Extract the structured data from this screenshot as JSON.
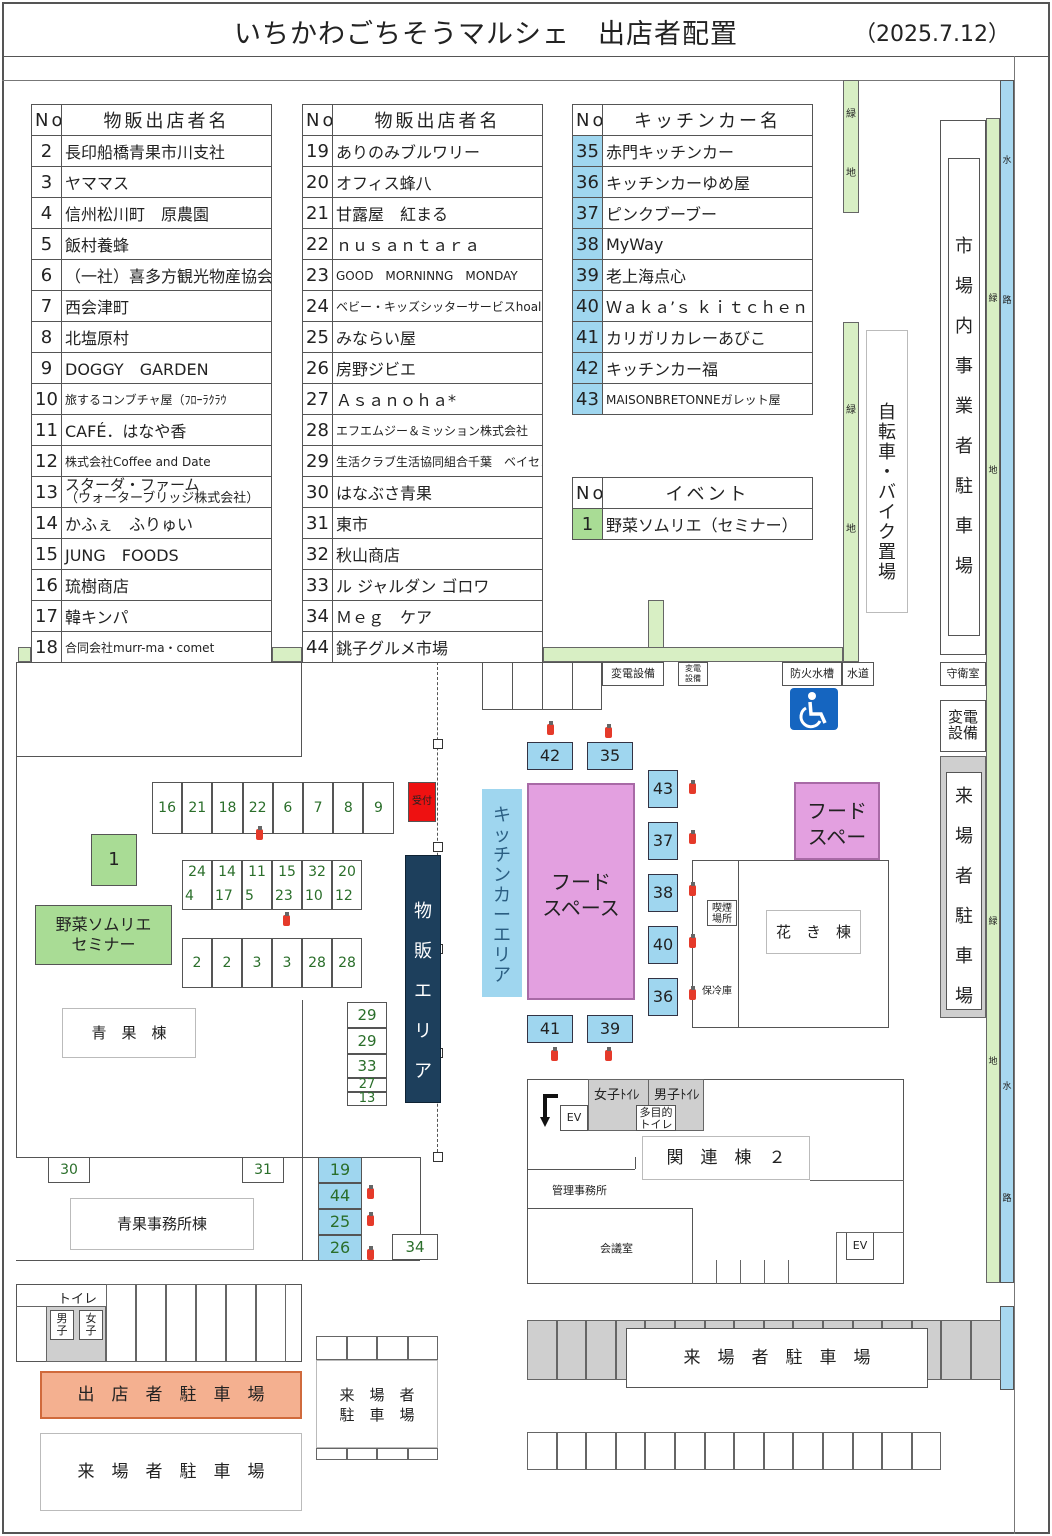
{
  "header": {
    "title": "いちかわごちそうマルシェ　出店者配置",
    "date": "（2025.7.12）"
  },
  "table1": {
    "head_no": "No",
    "head_name": "物販出店者名",
    "rows": [
      {
        "no": "2",
        "name": "長印船橋青果市川支社"
      },
      {
        "no": "3",
        "name": "ヤママス"
      },
      {
        "no": "4",
        "name": "信州松川町　原農園"
      },
      {
        "no": "5",
        "name": "飯村養蜂"
      },
      {
        "no": "6",
        "name": "（一社）喜多方観光物産協会"
      },
      {
        "no": "7",
        "name": "西会津町"
      },
      {
        "no": "8",
        "name": "北塩原村"
      },
      {
        "no": "9",
        "name": "DOGGY　GARDEN"
      },
      {
        "no": "10",
        "name": "旅するコンブチャ屋（ﾌﾛｰﾗｸﾗｳ"
      },
      {
        "no": "11",
        "name": "CAFÉ．はなや香"
      },
      {
        "no": "12",
        "name": "株式会社Coffee and Date"
      },
      {
        "no": "13",
        "name": "スターダ・ファーム",
        "name2": "（ウォーターブリッジ株式会社）"
      },
      {
        "no": "14",
        "name": "かふぇ　ふりゅい"
      },
      {
        "no": "15",
        "name": "JUNG　FOODS"
      },
      {
        "no": "16",
        "name": "琉樹商店"
      },
      {
        "no": "17",
        "name": "韓キンパ"
      },
      {
        "no": "18",
        "name": "合同会社murr-ma・comet"
      }
    ]
  },
  "table2": {
    "head_no": "No",
    "head_name": "物販出店者名",
    "rows": [
      {
        "no": "19",
        "name": "ありのみブルワリー"
      },
      {
        "no": "20",
        "name": "オフィス蜂八"
      },
      {
        "no": "21",
        "name": "甘露屋　紅まる"
      },
      {
        "no": "22",
        "name": "ｎｕｓａｎｔａｒａ"
      },
      {
        "no": "23",
        "name": "GOOD　MORNINNG　MONDAY"
      },
      {
        "no": "24",
        "name": "ベビー・キッズシッターサービスhoaloha"
      },
      {
        "no": "25",
        "name": "みならい屋"
      },
      {
        "no": "26",
        "name": "房野ジビエ"
      },
      {
        "no": "27",
        "name": "Ａｓａｎｏｈａ*"
      },
      {
        "no": "28",
        "name": "エフエムジー＆ミッション株式会社"
      },
      {
        "no": "29",
        "name": "生活クラブ生活協同組合千葉　ベイセンター"
      },
      {
        "no": "30",
        "name": "はなぶさ青果"
      },
      {
        "no": "31",
        "name": "東市"
      },
      {
        "no": "32",
        "name": "秋山商店"
      },
      {
        "no": "33",
        "name": "ル ジャルダン ゴロワ"
      },
      {
        "no": "34",
        "name": "Ｍｅｇ　ケア"
      },
      {
        "no": "44",
        "name": "銚子グルメ市場"
      }
    ]
  },
  "table3": {
    "head_no": "No",
    "head_name": "キッチンカー名",
    "rows": [
      {
        "no": "35",
        "name": "赤門キッチンカー"
      },
      {
        "no": "36",
        "name": "キッチンカーゆめ屋"
      },
      {
        "no": "37",
        "name": "ピンクブーブー"
      },
      {
        "no": "38",
        "name": "MyWay"
      },
      {
        "no": "39",
        "name": "老上海点心"
      },
      {
        "no": "40",
        "name": "Ｗａｋａ’ｓ ｋｉｔｃｈｅｎ"
      },
      {
        "no": "41",
        "name": "カリガリカレーあびこ"
      },
      {
        "no": "42",
        "name": "キッチンカー福"
      },
      {
        "no": "43",
        "name": "MAISONBRETONNEガレット屋"
      }
    ]
  },
  "table4": {
    "head_no": "No",
    "head_name": "イベント",
    "rows": [
      {
        "no": "1",
        "name": "野菜ソムリエ（セミナー）"
      }
    ]
  },
  "map": {
    "green_strip_1": [
      "緑",
      "地"
    ],
    "green_strip_2": [
      "緑",
      "地"
    ],
    "water_road": [
      "水",
      "路"
    ],
    "water_road_2": [
      "地",
      "水",
      "路"
    ],
    "green_road": [
      "緑",
      "地"
    ],
    "green_road_2": [
      "緑",
      "地"
    ],
    "market_parking": [
      "市",
      "場",
      "内",
      "事",
      "業",
      "者",
      "駐",
      "車",
      "場"
    ],
    "bike_parking": [
      "自",
      "転",
      "車",
      "・",
      "バ",
      "イ",
      "ク",
      "置",
      "場"
    ],
    "visitor_parking_right": [
      "来",
      "場",
      "者",
      "駐",
      "車",
      "場"
    ],
    "substation_1": "変電設備",
    "substation_2a": "変電",
    "substation_2b": "設備",
    "fire_tank": "防火水槽",
    "water_pipe": "水道",
    "guard_room": "守衛室",
    "substation_3a": "変電",
    "substation_3b": "設備",
    "reception": "受付",
    "kitchen_area": [
      "キ",
      "ッ",
      "チ",
      "ン",
      "カ",
      "ー",
      "エ",
      "リ",
      "ア"
    ],
    "goods_area": [
      "物",
      "販",
      "エ",
      "リ",
      "ア"
    ],
    "food_space_1a": "フード",
    "food_space_1b": "スペース",
    "food_space_2a": "フード",
    "food_space_2b": "スペー",
    "smoking_a": "喫煙",
    "smoking_b": "場所",
    "cold_storage": "保冷庫",
    "flower_building": "花　き　棟",
    "produce_building": "青　果　棟",
    "produce_office": "青果事務所棟",
    "seminar_label_a": "野菜ソムリエ",
    "seminar_label_b": "セミナー",
    "event_1": "1",
    "womens_toilet": "女子ﾄｲﾚ",
    "mens_toilet": "男子ﾄｲﾚ",
    "multi_toilet_a": "多目的",
    "multi_toilet_b": "トイレ",
    "ev": "EV",
    "related_building": "関　連　棟　２",
    "admin_office": "管理事務所",
    "meeting_room": "会議室",
    "toilet": "トイレ",
    "toilet_male": [
      "男",
      "子"
    ],
    "toilet_female": [
      "女",
      "子"
    ],
    "exhibitor_parking": "出　店　者　駐　車　場",
    "visitor_parking_a": "来　場　者",
    "visitor_parking_b": "駐　車　場",
    "visitor_parking_bottom": "来　場　者　駐　車　場",
    "visitor_parking_mid": "来　場　者　駐　車　場",
    "stalls_row1": [
      "16",
      "21",
      "18",
      "22",
      "6",
      "7",
      "8",
      "9"
    ],
    "stalls_row2_top": [
      "24",
      "14",
      "11",
      "15",
      "32",
      "20"
    ],
    "stalls_row2_bottom": [
      "4",
      "17",
      "5",
      "23",
      "10",
      "12"
    ],
    "stalls_row3": [
      "2",
      "2",
      "3",
      "3",
      "28",
      "28"
    ],
    "stalls_col": [
      "29",
      "29",
      "33",
      "27",
      "13"
    ],
    "stall_30": "30",
    "stall_31": "31",
    "stalls_blue": [
      "19",
      "44",
      "25",
      "26"
    ],
    "stall_34": "34",
    "kc_top": [
      "42",
      "35"
    ],
    "kc_right": [
      "43",
      "37",
      "38",
      "40",
      "36"
    ],
    "kc_bottom": [
      "41",
      "39"
    ]
  },
  "colors": {
    "kitchen_blue": "#9fd6ef",
    "event_green": "#a9dc95",
    "food_pink": "#e3a0e0",
    "navy": "#1d3f5c",
    "reception_red": "#ee1111",
    "parking_orange": "#f4b090",
    "water_blue": "#a8d8f0"
  }
}
